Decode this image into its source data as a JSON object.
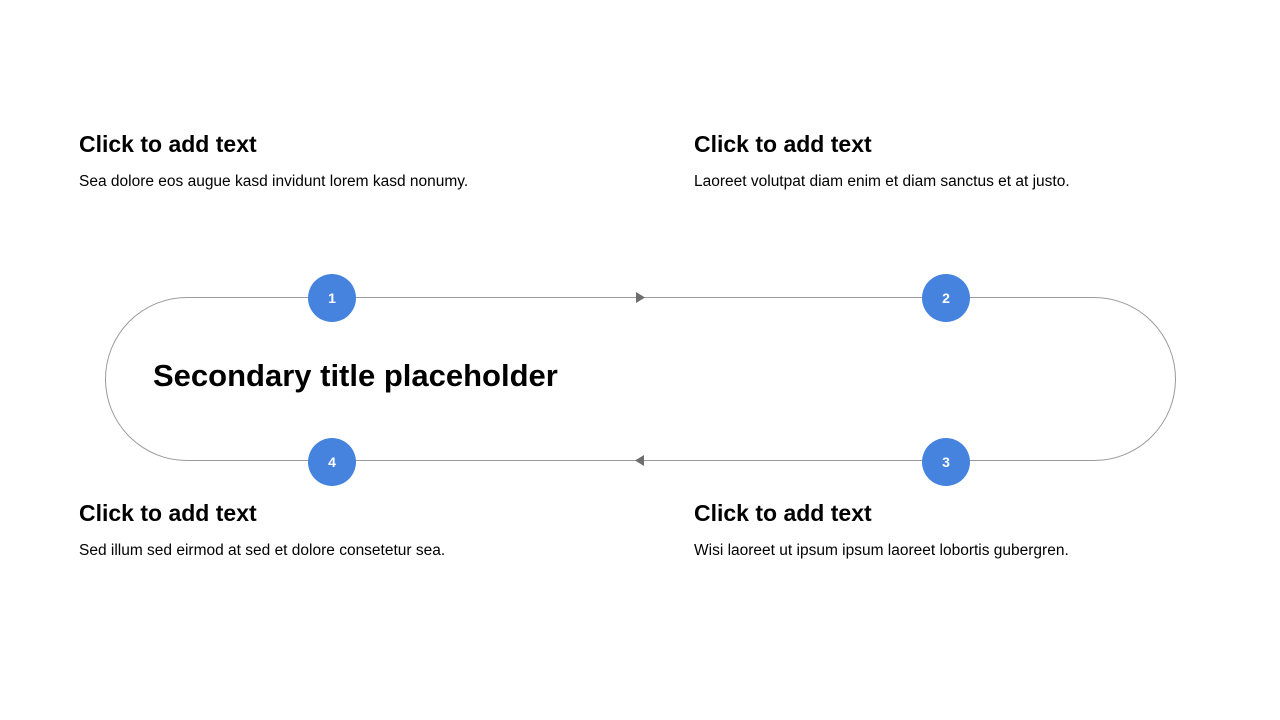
{
  "colors": {
    "accent": "#4583DE",
    "line": "#9a9a9a",
    "arrow": "#6e6e6e"
  },
  "title": "Secondary title placeholder",
  "steps": [
    {
      "number": "1",
      "heading": "Click to add text",
      "body": "Sea dolore eos augue kasd invidunt lorem kasd nonumy."
    },
    {
      "number": "2",
      "heading": "Click to add text",
      "body": "Laoreet volutpat diam enim et diam sanctus et at justo."
    },
    {
      "number": "3",
      "heading": "Click to add text",
      "body": "Wisi laoreet ut ipsum ipsum laoreet lobortis gubergren."
    },
    {
      "number": "4",
      "heading": "Click to add text",
      "body": "Sed illum sed eirmod at sed et dolore consetetur sea."
    }
  ]
}
